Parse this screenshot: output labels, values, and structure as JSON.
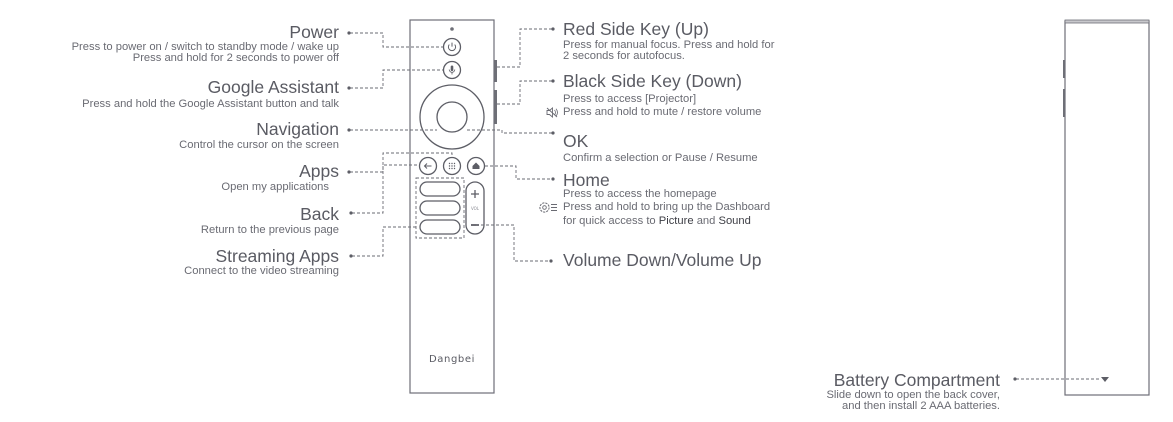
{
  "left_labels": [
    {
      "title": "Power",
      "lines": [
        "Press to power on / switch to standby mode / wake up",
        "Press and hold for 2 seconds to power off"
      ]
    },
    {
      "title": "Google Assistant",
      "lines": [
        "Press and hold the Google Assistant button and talk"
      ]
    },
    {
      "title": "Navigation",
      "lines": [
        "Control the cursor on the screen"
      ]
    },
    {
      "title": "Apps",
      "lines": [
        "Open my applications"
      ]
    },
    {
      "title": "Back",
      "lines": [
        "Return to the previous page"
      ]
    },
    {
      "title": "Streaming Apps",
      "lines": [
        "Connect to the video streaming"
      ]
    }
  ],
  "right_labels": [
    {
      "title": "Red Side Key (Up)",
      "lines": [
        "Press for manual focus. Press and hold for",
        "2 seconds for autofocus."
      ]
    },
    {
      "title": "Black Side Key (Down)",
      "lines": [
        "Press to access [Projector]",
        "Press and hold  to mute / restore volume"
      ],
      "icon": "mute-speaker-icon"
    },
    {
      "title": "OK",
      "lines": [
        "Confirm a selection or Pause / Resume"
      ]
    },
    {
      "title": "Home",
      "lines": [
        "Press to access the homepage",
        "Press and hold to bring up the Dashboard",
        "for quick access to ",
        "Picture",
        " and ",
        "Sound"
      ],
      "icon": "dashboard-settings-icon"
    },
    {
      "title": "Volume Down/Volume Up",
      "lines": []
    }
  ],
  "remote": {
    "brand": "Dangbei",
    "vol_label": "VOL",
    "buttons": [
      "power-icon",
      "microphone-icon",
      "back-arrow-icon",
      "apps-grid-icon",
      "home-icon",
      "plus-icon",
      "minus-icon"
    ]
  },
  "battery": {
    "title": "Battery Compartment",
    "lines": [
      "Slide down to open the back cover,",
      "and then install 2 AAA batteries."
    ]
  },
  "colors": {
    "outline": "#5d5e66",
    "text": "#5a5b63",
    "leader": "#6a6b73"
  }
}
